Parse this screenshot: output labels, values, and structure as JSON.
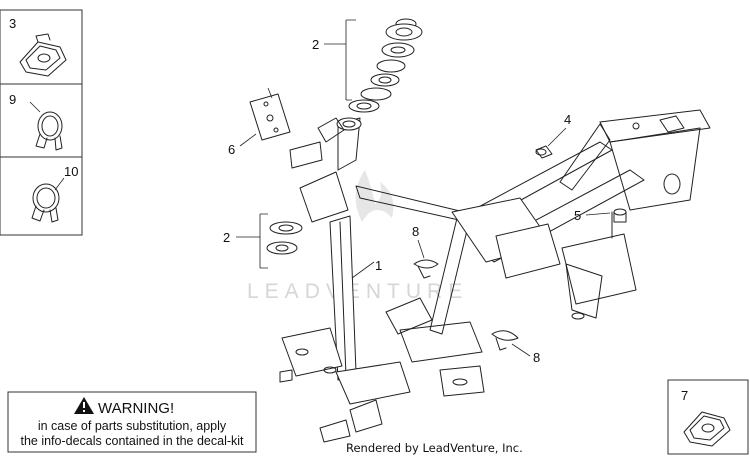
{
  "inset_labels": {
    "nut": "3",
    "clamp_small": "9",
    "clamp_large": "10",
    "nut_bottom": "7"
  },
  "callouts": {
    "frame": "1",
    "steering_bearings_top": "2",
    "steering_bearings_bottom": "2",
    "bushing": "4",
    "screw": "5",
    "bracket": "6",
    "clamp_top": "8",
    "clamp_bottom": "8"
  },
  "watermark": "LEADVENTURE",
  "warning": {
    "title": "WARNING!",
    "line1": "in case of parts substitution, apply",
    "line2": "the info-decals contained in the decal-kit"
  },
  "credit": "Rendered by LeadVenture, Inc.",
  "icons": {
    "warning": "warning-triangle-icon"
  },
  "colors": {
    "ink": "#222222",
    "watermark": "#d6d6d6",
    "background": "#ffffff"
  }
}
